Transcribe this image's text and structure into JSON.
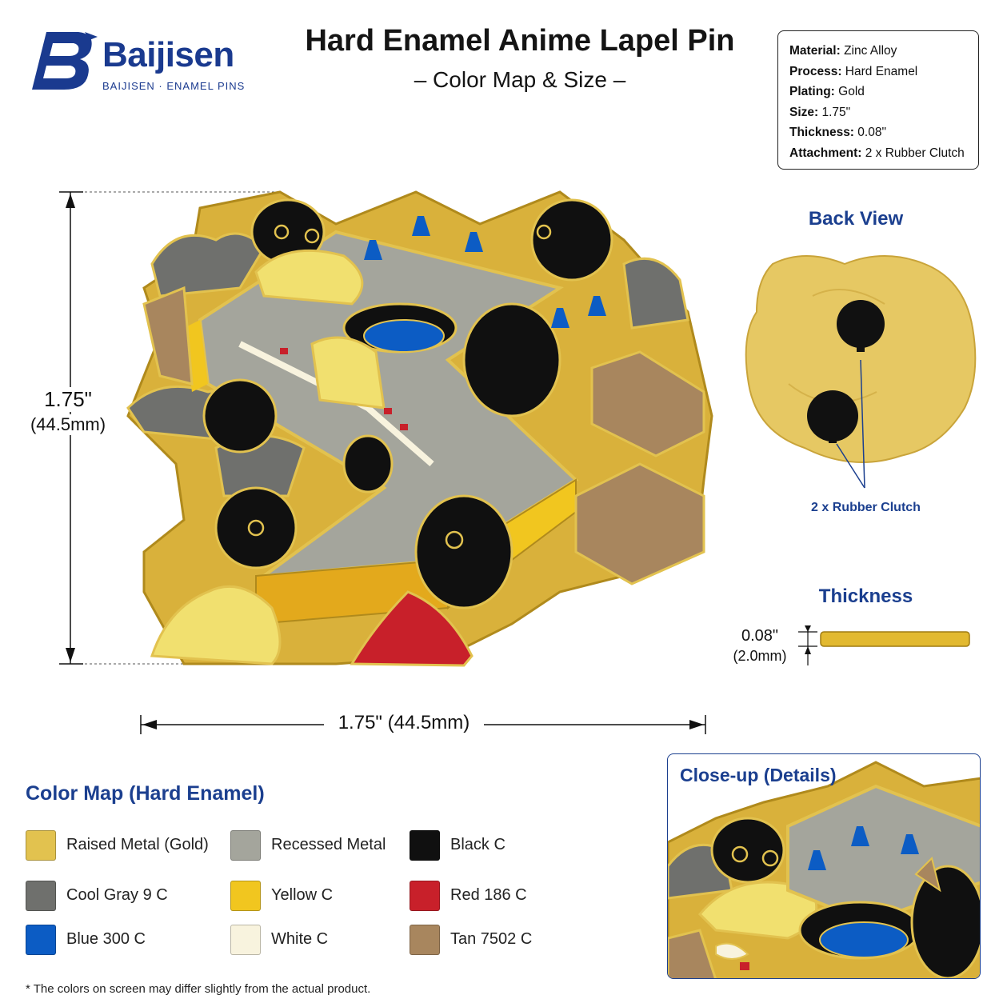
{
  "brand": {
    "name": "Baijisen",
    "tagline": "BAIJISEN · ENAMEL PINS"
  },
  "header": {
    "title": "Hard Enamel Anime Lapel Pin",
    "subtitle": "– Color Map & Size –"
  },
  "specs": [
    {
      "label": "Material:",
      "value": "Zinc Alloy"
    },
    {
      "label": "Process:",
      "value": "Hard Enamel"
    },
    {
      "label": "Plating:",
      "value": "Gold"
    },
    {
      "label": "Size:",
      "value": "1.75\""
    },
    {
      "label": "Thickness:",
      "value": "0.08\""
    },
    {
      "label": "Attachment:",
      "value": "2 x Rubber Clutch"
    }
  ],
  "dimensions": {
    "height_label": "1.75\"",
    "height_mm": "(44.5mm)",
    "width_label": "1.75\" (44.5mm)",
    "thickness_label": "0.08\"",
    "thickness_mm": "(2.0mm)"
  },
  "back_view": {
    "title": "Back View",
    "clutch_label": "2 x Rubber Clutch"
  },
  "thickness_section": {
    "title": "Thickness"
  },
  "color_map": {
    "title": "Color Map (Hard Enamel)",
    "items": [
      {
        "name": "Raised Metal (Gold)",
        "color": "#e2c24f"
      },
      {
        "name": "Recessed Metal",
        "color": "#a4a59c"
      },
      {
        "name": "Black C",
        "color": "#101010"
      },
      {
        "name": "Cool Gray 9 C",
        "color": "#6f706d"
      },
      {
        "name": "Yellow C",
        "color": "#f1c61f"
      },
      {
        "name": "Red 186 C",
        "color": "#c8202a"
      },
      {
        "name": "Blue 300 C",
        "color": "#0c5cc4"
      },
      {
        "name": "White C",
        "color": "#f8f3de"
      },
      {
        "name": "Tan 7502 C",
        "color": "#a8865e"
      }
    ]
  },
  "disclaimer": "* The colors on screen may differ slightly from the actual product.",
  "closeup": {
    "title": "Close-up (Details)"
  }
}
